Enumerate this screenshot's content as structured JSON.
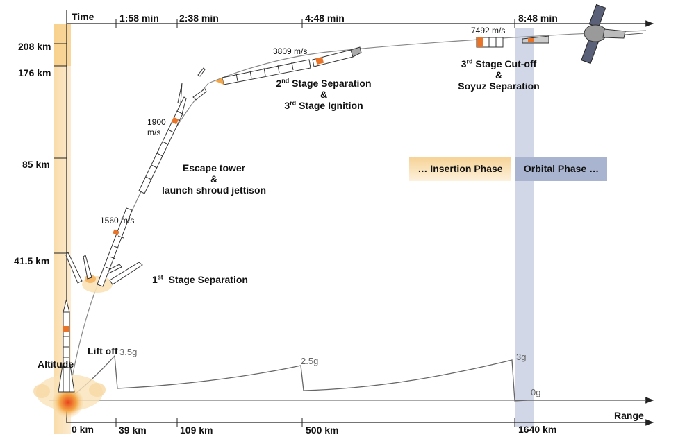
{
  "axes": {
    "time_label": "Time",
    "altitude_label": "Altitude",
    "range_label": "Range"
  },
  "time_ticks": [
    "1:58 min",
    "2:38 min",
    "4:48 min",
    "8:48 min"
  ],
  "altitude_ticks": [
    "208 km",
    "176 km",
    "85 km",
    "41.5 km"
  ],
  "range_ticks": [
    "0 km",
    "39 km",
    "109 km",
    "500 km",
    "1640 km"
  ],
  "events": {
    "lift_off": "Lift off",
    "first_stage": {
      "ord": "1",
      "sup": "st",
      "text": "Stage Separation"
    },
    "escape_tower": [
      "Escape tower",
      "&",
      "launch shroud jettison"
    ],
    "second_stage": {
      "ord": "2",
      "sup": "nd",
      "text": "Stage Separation",
      "amp": "&",
      "ord2": "3",
      "sup2": "rd",
      "text2": "Stage Ignition"
    },
    "third_stage": {
      "ord": "3",
      "sup": "rd",
      "text": "Stage Cut-off",
      "amp": "&",
      "text2": "Soyuz Separation"
    }
  },
  "velocities": [
    "1560 m/s",
    "1900",
    "m/s",
    "3809 m/s",
    "7492 m/s"
  ],
  "g_loads": [
    "3.5g",
    "2.5g",
    "3g",
    "0g"
  ],
  "phases": {
    "insertion": "… Insertion Phase",
    "orbital": "Orbital Phase …"
  },
  "colors": {
    "altitude_band": "#f9dfb2",
    "altitude_band_top": "#f7c97a",
    "insertion_phase": "#f6d397",
    "orbital_phase": "#a8b4d0",
    "trajectory": "#777777",
    "axis": "#222222"
  }
}
